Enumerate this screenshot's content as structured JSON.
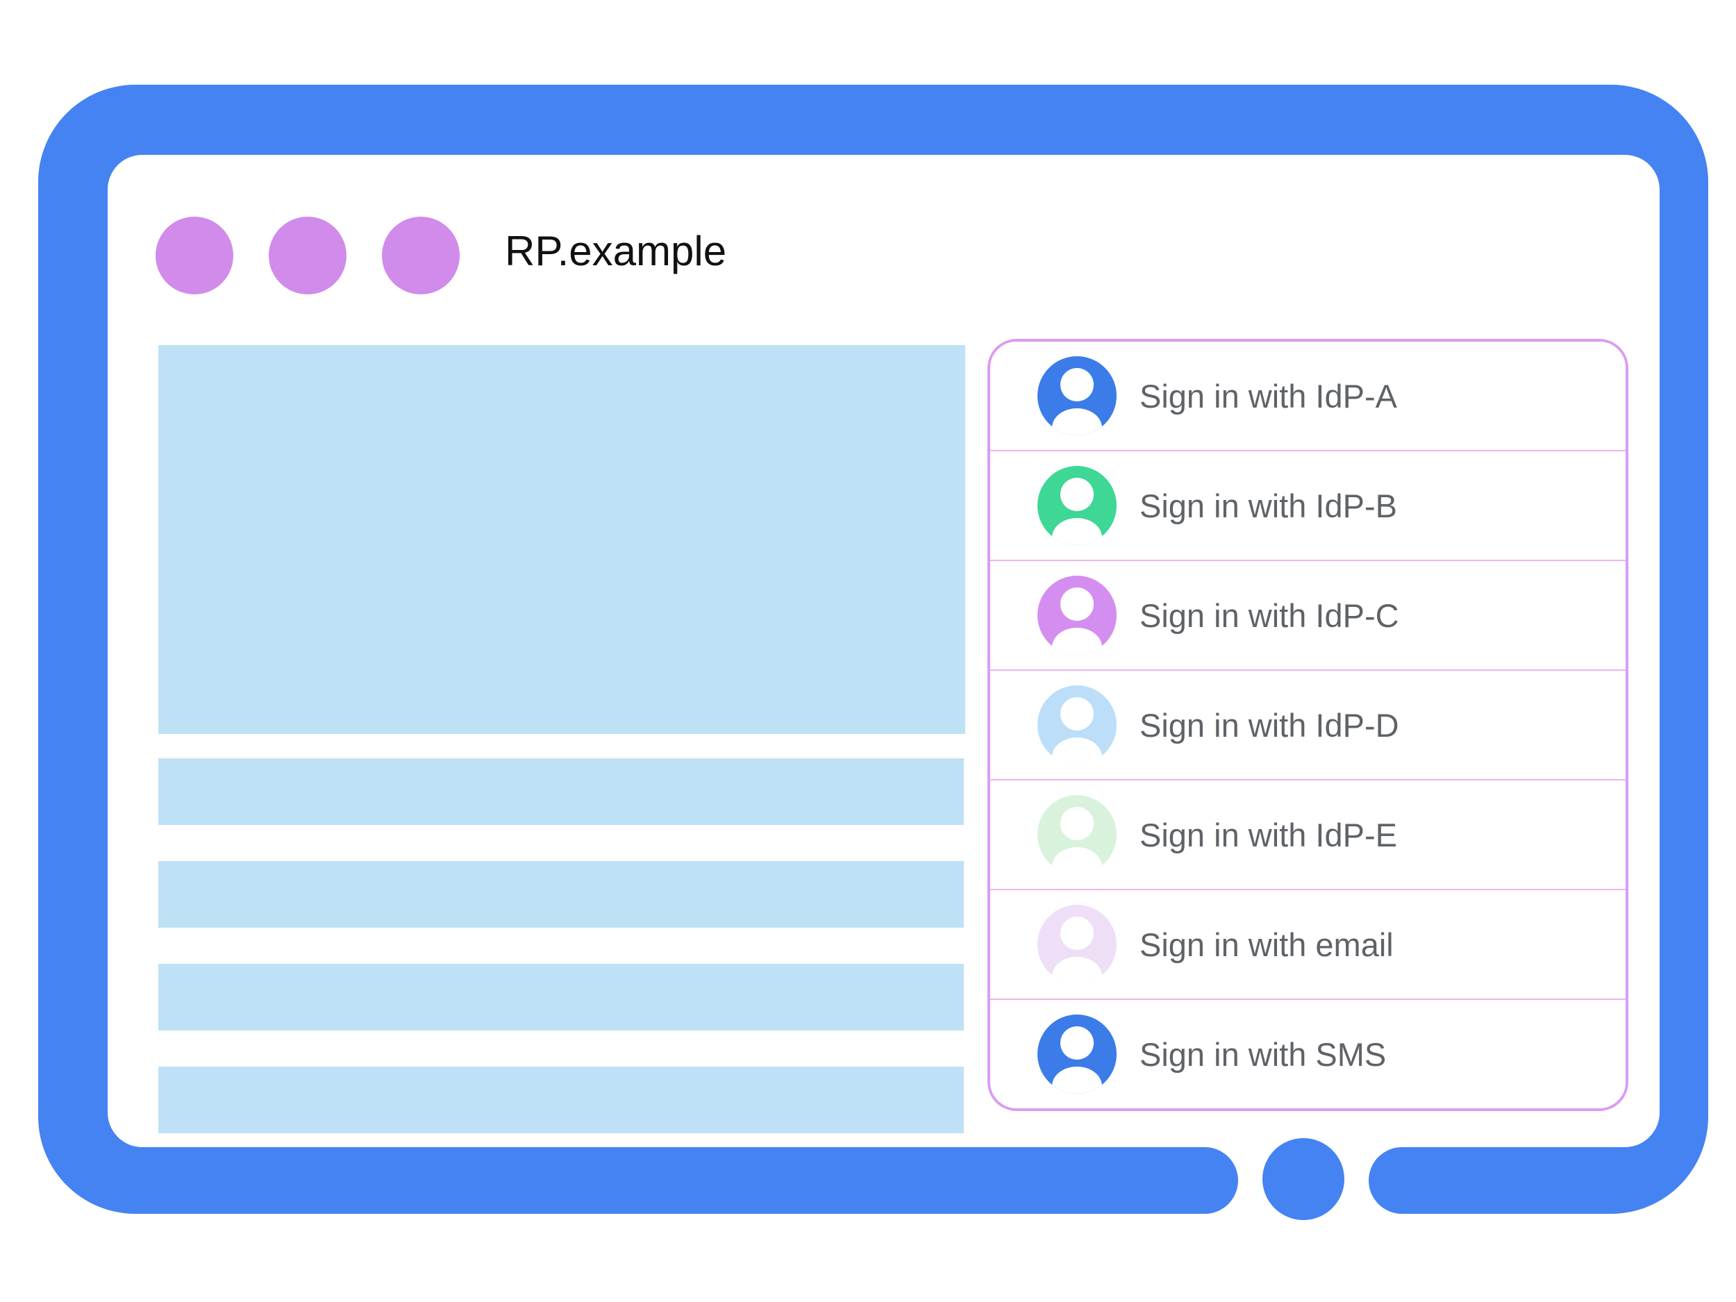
{
  "browser": {
    "title": "RP.example",
    "frame_color": "#4583F2",
    "window_dot_color": "#D18BEB",
    "home_button_color": "#4583F2"
  },
  "content_placeholders": {
    "color": "#BFE1F5",
    "hero_block": 1,
    "text_bars": 4
  },
  "signin_panel": {
    "border_color": "#DC9BF2",
    "divider_color": "#EFB3F2",
    "label_color": "#5F6368",
    "items": [
      {
        "label": "Sign in with IdP-A",
        "color": "#3B7CE9"
      },
      {
        "label": "Sign in with IdP-B",
        "color": "#3ED796"
      },
      {
        "label": "Sign in with IdP-C",
        "color": "#D48EF0"
      },
      {
        "label": "Sign in with IdP-D",
        "color": "#BCDEF8"
      },
      {
        "label": "Sign in with IdP-E",
        "color": "#D9F2DC"
      },
      {
        "label": "Sign in with email",
        "color": "#EEDFF6"
      },
      {
        "label": "Sign in with SMS",
        "color": "#3B7CE9"
      }
    ]
  }
}
